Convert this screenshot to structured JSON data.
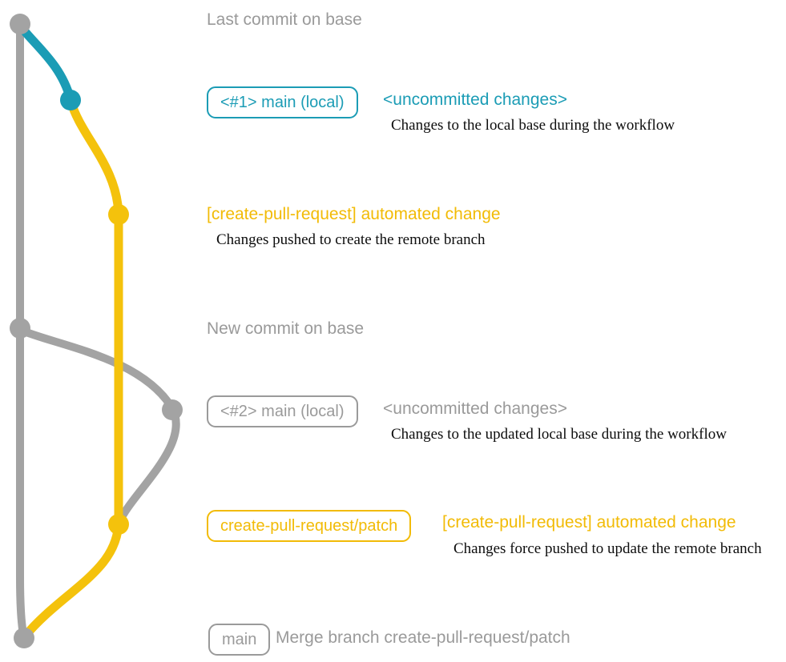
{
  "colors": {
    "gray": "#a3a3a3",
    "teal": "#1b9cb5",
    "gold": "#f4c20c"
  },
  "annotations": {
    "last_commit_label": "Last commit on base",
    "step1": {
      "badge": "<#1> main (local)",
      "status": "<uncommitted changes>",
      "description": "Changes to the local base during the workflow"
    },
    "step2": {
      "title": "[create-pull-request] automated change",
      "description": "Changes pushed to create the remote branch"
    },
    "new_commit_label": "New commit on base",
    "step3": {
      "badge": "<#2> main (local)",
      "status": "<uncommitted changes>",
      "description": "Changes to the updated local base during the workflow"
    },
    "step4": {
      "badge": "create-pull-request/patch",
      "title": "[create-pull-request] automated change",
      "description": "Changes force pushed to update the remote branch"
    },
    "merge": {
      "badge": "main",
      "text": "Merge branch create-pull-request/patch"
    }
  }
}
